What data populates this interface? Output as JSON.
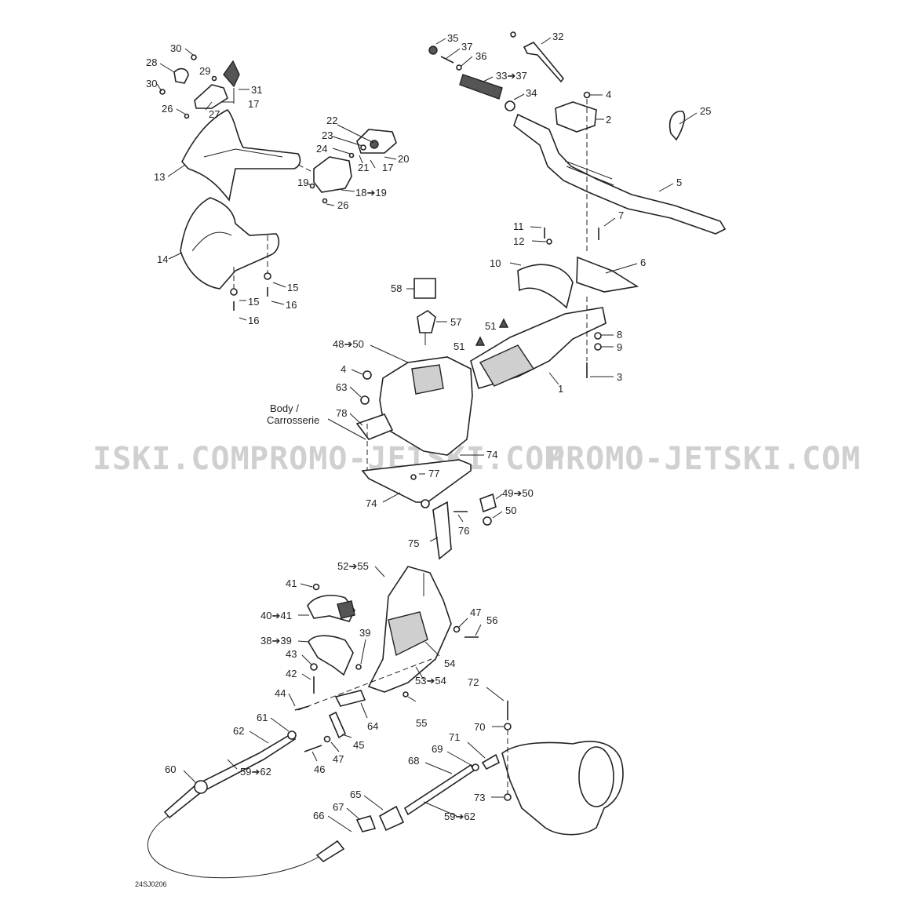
{
  "watermark": {
    "left": "ISKI.COM",
    "middle": "PROMO-JETSKI.COM",
    "right": "PROMO-JETSKI.COM"
  },
  "callouts": {
    "c1": "1",
    "c2": "2",
    "c3": "3",
    "c4a": "4",
    "c4b": "4",
    "c5": "5",
    "c6": "6",
    "c7": "7",
    "c8": "8",
    "c9": "9",
    "c10": "10",
    "c11": "11",
    "c12": "12",
    "c13": "13",
    "c14": "14",
    "c15a": "15",
    "c15b": "15",
    "c16a": "16",
    "c16b": "16",
    "c17a": "17",
    "c17b": "17",
    "c18": "18➔19",
    "c19": "19",
    "c20": "20",
    "c21": "21",
    "c22": "22",
    "c23": "23",
    "c24": "24",
    "c25": "25",
    "c26a": "26",
    "c26b": "26",
    "c27": "27",
    "c28": "28",
    "c29": "29",
    "c30a": "30",
    "c30b": "30",
    "c31": "31",
    "c32": "32",
    "c33": "33➔37",
    "c34": "34",
    "c35": "35",
    "c36": "36",
    "c37": "37",
    "c38": "38➔39",
    "c39": "39",
    "c40": "40➔41",
    "c41": "41",
    "c42": "42",
    "c43": "43",
    "c44": "44",
    "c45": "45",
    "c46": "46",
    "c47a": "47",
    "c47b": "47",
    "c48": "48➔50",
    "c49": "49➔50",
    "c50": "50",
    "c51a": "51",
    "c51b": "51",
    "c52": "52➔55",
    "c53": "53➔54",
    "c54": "54",
    "c55": "55",
    "c56": "56",
    "c57": "57",
    "c58": "58",
    "c59a": "59➔62",
    "c59b": "59➔62",
    "c60": "60",
    "c61": "61",
    "c62": "62",
    "c63": "63",
    "c64": "64",
    "c65": "65",
    "c66": "66",
    "c67": "67",
    "c68": "68",
    "c69": "69",
    "c70": "70",
    "c71": "71",
    "c72": "72",
    "c73": "73",
    "c74a": "74",
    "c74b": "74",
    "c75": "75",
    "c76": "76",
    "c77": "77",
    "c78": "78"
  },
  "body_label": {
    "line1": "Body /",
    "line2": "Carrosserie"
  },
  "figure_code": "24SJ0206"
}
